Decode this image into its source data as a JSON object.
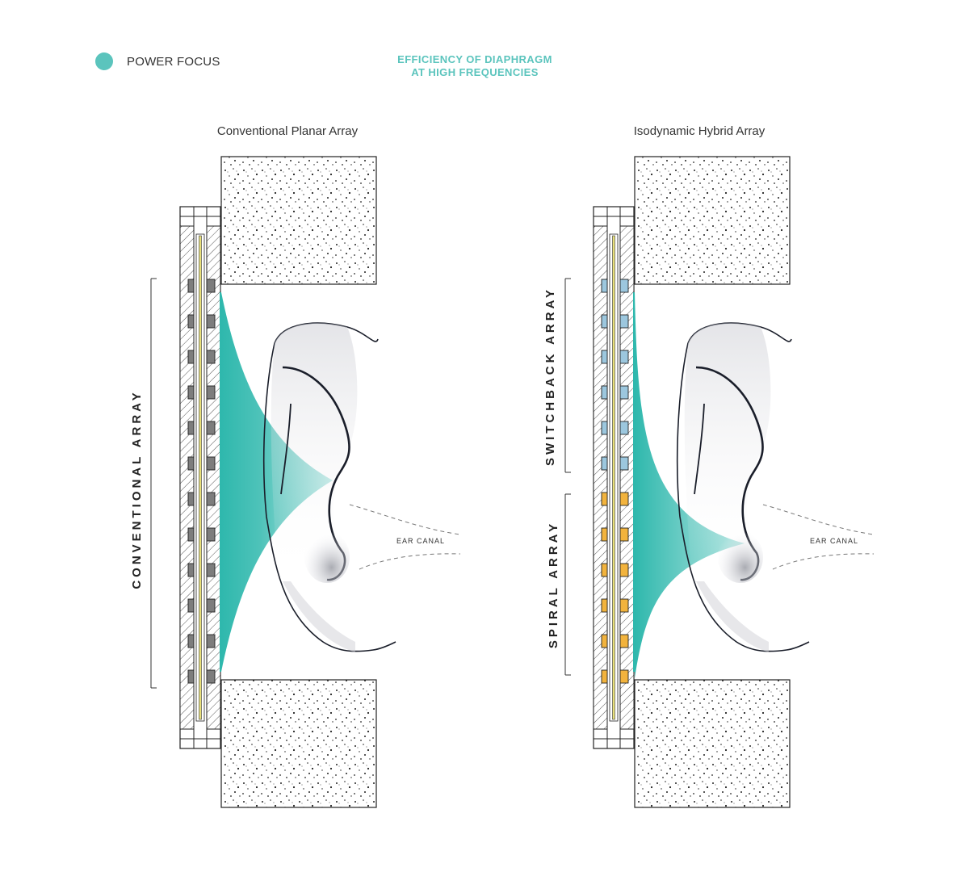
{
  "legend": {
    "label": "POWER FOCUS",
    "color": "#5bc4bd"
  },
  "title": {
    "line1": "EFFICIENCY OF DIAPHRAGM",
    "line2": "AT HIGH FREQUENCIES"
  },
  "panels": [
    {
      "title": "Conventional Planar Array",
      "array_labels": [
        "CONVENTIONAL ARRAY"
      ],
      "ear_label": "EAR CANAL"
    },
    {
      "title": "Isodynamic Hybrid Array",
      "array_labels": [
        "SWITCHBACK ARRAY",
        "SPIRAL ARRAY"
      ],
      "ear_label": "EAR CANAL"
    }
  ],
  "colors": {
    "focus": "#2fb8ad",
    "conventional_magnet": "#7d7d7d",
    "switchback_magnet": "#9cc7de",
    "spiral_magnet": "#f2b33d",
    "diaphragm": "#e8e07a"
  }
}
